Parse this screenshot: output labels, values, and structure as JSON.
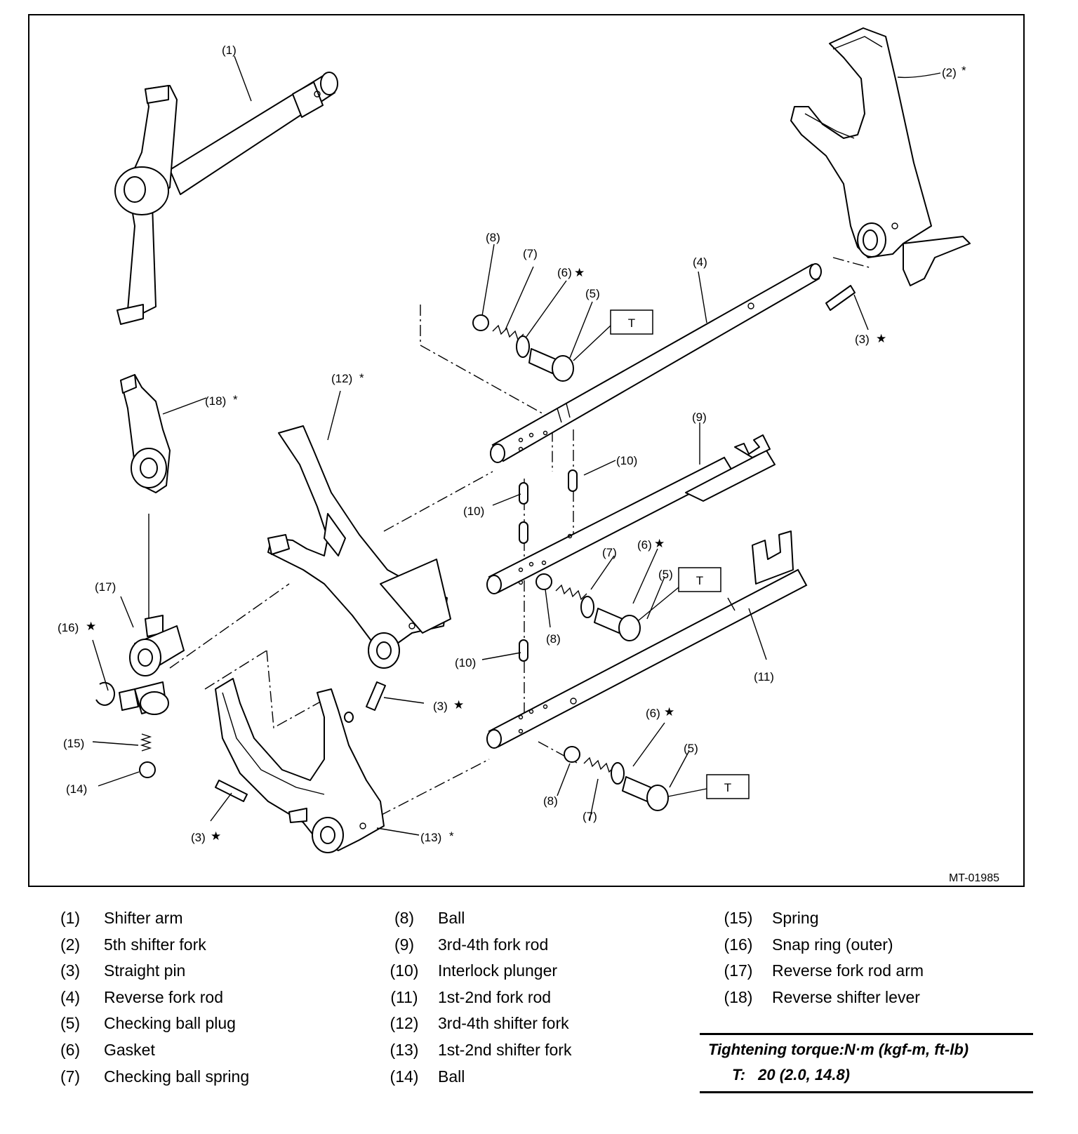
{
  "figure": {
    "id": "MT-01985",
    "callouts": {
      "c1": "(1)",
      "c2": "(2)",
      "c3a": "(3)",
      "c3b": "(3)",
      "c3c": "(3)",
      "c4": "(4)",
      "c5a": "(5)",
      "c5b": "(5)",
      "c5c": "(5)",
      "c6a": "(6)",
      "c6b": "(6)",
      "c6c": "(6)",
      "c7a": "(7)",
      "c7b": "(7)",
      "c7c": "(7)",
      "c8a": "(8)",
      "c8b": "(8)",
      "c8c": "(8)",
      "c9": "(9)",
      "c10a": "(10)",
      "c10b": "(10)",
      "c10c": "(10)",
      "c11": "(11)",
      "c12": "(12)",
      "c13": "(13)",
      "c14": "(14)",
      "c15": "(15)",
      "c16": "(16)",
      "c17": "(17)",
      "c18": "(18)",
      "t": "T",
      "asterisk": "*",
      "star": "★"
    }
  },
  "legend": [
    [
      {
        "num": "(1)",
        "name": "Shifter arm"
      },
      {
        "num": "(2)",
        "name": "5th shifter fork"
      },
      {
        "num": "(3)",
        "name": "Straight pin"
      },
      {
        "num": "(4)",
        "name": "Reverse fork rod"
      },
      {
        "num": "(5)",
        "name": "Checking ball plug"
      },
      {
        "num": "(6)",
        "name": "Gasket"
      },
      {
        "num": "(7)",
        "name": "Checking ball spring"
      }
    ],
    [
      {
        "num": "(8)",
        "name": "Ball"
      },
      {
        "num": "(9)",
        "name": "3rd-4th fork rod"
      },
      {
        "num": "(10)",
        "name": "Interlock plunger"
      },
      {
        "num": "(11)",
        "name": "1st-2nd fork rod"
      },
      {
        "num": "(12)",
        "name": "3rd-4th shifter fork"
      },
      {
        "num": "(13)",
        "name": "1st-2nd shifter fork"
      },
      {
        "num": "(14)",
        "name": "Ball"
      }
    ],
    [
      {
        "num": "(15)",
        "name": "Spring"
      },
      {
        "num": "(16)",
        "name": "Snap ring (outer)"
      },
      {
        "num": "(17)",
        "name": "Reverse fork rod arm"
      },
      {
        "num": "(18)",
        "name": "Reverse shifter lever"
      }
    ]
  ],
  "torque": {
    "title": "Tightening torque:N·m (kgf-m, ft-lb)",
    "symbol": "T:",
    "value": "20 (2.0, 14.8)"
  }
}
